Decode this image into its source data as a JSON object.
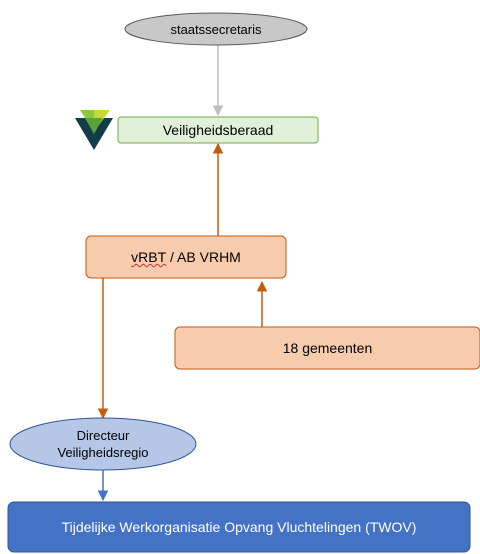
{
  "nodes": {
    "staatssecretaris": {
      "label": "staatssecretaris"
    },
    "veiligheidsberaad": {
      "label": "Veiligheidsberaad"
    },
    "vrbt": {
      "label_part1": "vRBT",
      "label_part2": " / AB VRHM"
    },
    "gemeenten": {
      "label": "18 gemeenten"
    },
    "directeur": {
      "line1": "Directeur",
      "line2": "Veiligheidsregio"
    },
    "twov": {
      "label": "Tijdelijke Werkorganisatie Opvang Vluchtelingen (TWOV)"
    }
  },
  "colors": {
    "gray_fill": "#c8c8c8",
    "green_fill": "#e2efd9",
    "green_stroke": "#70ad47",
    "orange_fill": "#f8cbad",
    "orange_stroke": "#c55a11",
    "blue_ellipse_fill": "#b4c7e7",
    "blue_box_fill": "#4472c4",
    "arrow_gray": "#bfbfbf",
    "arrow_orange": "#c55a11",
    "arrow_blue": "#4472c4"
  },
  "logo": {
    "name": "veiligheidsregio-logo"
  }
}
